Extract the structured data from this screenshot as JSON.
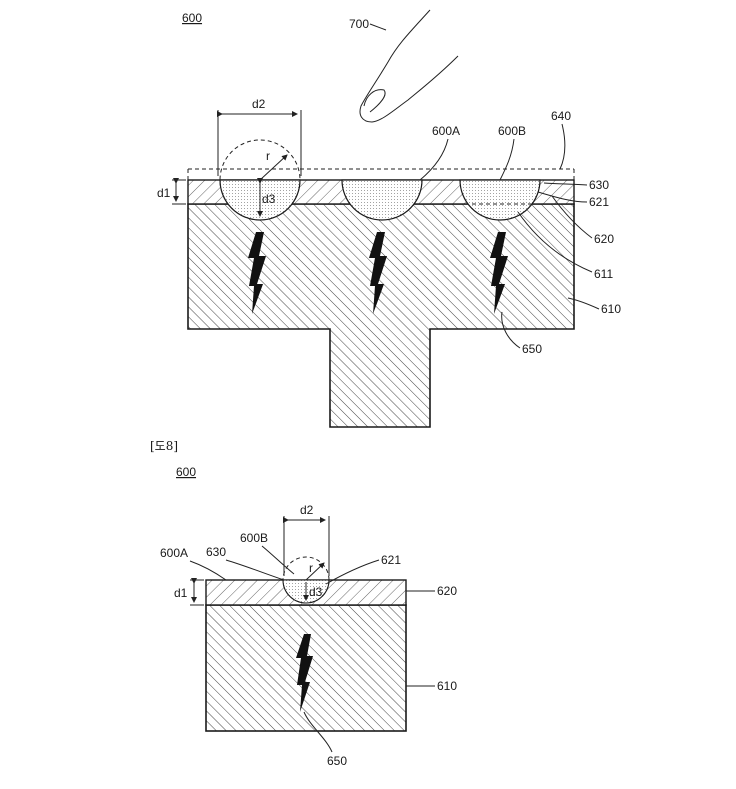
{
  "figure_top": {
    "ref": "600",
    "labels": {
      "finger": "700",
      "d2": "d2",
      "d1": "d1",
      "d3": "d3",
      "r": "r",
      "region_a": "600A",
      "region_b": "600B",
      "surface_line": "640",
      "layer_630": "630",
      "layer_621": "621",
      "layer_620": "620",
      "layer_611": "611",
      "body_610": "610",
      "discharge_650": "650"
    }
  },
  "caption_bottom": "[도8]",
  "figure_bottom": {
    "ref": "600",
    "labels": {
      "d2": "d2",
      "region_b": "600B",
      "region_a": "600A",
      "layer_630": "630",
      "layer_621": "621",
      "r": "r",
      "d1": "d1",
      "d3": "d3",
      "layer_620": "620",
      "body_610": "610",
      "discharge_650": "650"
    }
  }
}
